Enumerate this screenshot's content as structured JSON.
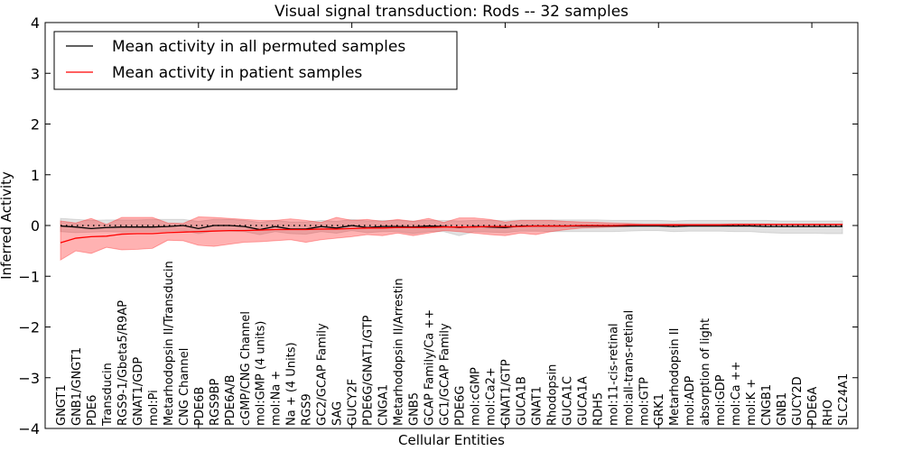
{
  "chart_data": {
    "type": "line",
    "title": "Visual signal transduction: Rods -- 32 samples",
    "xlabel": "Cellular Entities",
    "ylabel": "Inferred Activity",
    "ylim": [
      -4,
      4
    ],
    "xlim": [
      0,
      53
    ],
    "yticks": [
      -4,
      -3,
      -2,
      -1,
      0,
      1,
      2,
      3,
      4
    ],
    "ytick_labels": [
      "−4",
      "−3",
      "−2",
      "−1",
      "0",
      "1",
      "2",
      "3",
      "4"
    ],
    "xticks_minor": [
      10,
      20,
      30,
      40,
      50
    ],
    "grid": false,
    "legend_position": "top-left",
    "zero_reference_line": "dotted",
    "categories": [
      "GNGT1",
      "GNB1/GNGT1",
      "PDE6",
      "Transducin",
      "RGS9-1/Gbeta5/R9AP",
      "GNAT1/GDP",
      "mol:Pi",
      "Metarhodopsin II/Transducin",
      "CNG Channel",
      "PDE6B",
      "RGS9BP",
      "PDE6A/B",
      "cGMP/CNG Channel",
      "mol:GMP (4 units)",
      "mol:Na +",
      "Na + (4 Units)",
      "RGS9",
      "GC2/GCAP Family",
      "SAG",
      "GUCY2F",
      "PDE6G/GNAT1/GTP",
      "CNGA1",
      "Metarhodopsin II/Arrestin",
      "GNB5",
      "GCAP Family/Ca ++",
      "GC1/GCAP Family",
      "PDE6G",
      "mol:cGMP",
      "mol:Ca2+",
      "GNAT1/GTP",
      "GUCA1B",
      "GNAT1",
      "Rhodopsin",
      "GUCA1C",
      "GUCA1A",
      "RDH5",
      "mol:11-cis-retinal",
      "mol:all-trans-retinal",
      "mol:GTP",
      "GRK1",
      "Metarhodopsin II",
      "mol:ADP",
      "absorption of light",
      "mol:GDP",
      "mol:Ca ++",
      "mol:K +",
      "CNGB1",
      "GNB1",
      "GUCY2D",
      "PDE6A",
      "RHO",
      "SLC24A1"
    ],
    "series": [
      {
        "name": "Mean activity in all permuted samples",
        "color": "#000000",
        "values": [
          -0.01,
          -0.03,
          -0.06,
          -0.04,
          -0.03,
          -0.03,
          -0.03,
          -0.02,
          0.0,
          -0.06,
          0.0,
          0.0,
          -0.02,
          -0.08,
          -0.02,
          -0.07,
          -0.07,
          -0.02,
          -0.05,
          0.0,
          -0.04,
          -0.02,
          -0.02,
          -0.03,
          -0.01,
          -0.02,
          -0.04,
          -0.02,
          -0.03,
          -0.04,
          -0.01,
          -0.01,
          -0.01,
          -0.01,
          -0.01,
          -0.01,
          -0.01,
          -0.01,
          -0.01,
          -0.01,
          -0.02,
          -0.01,
          -0.01,
          -0.01,
          -0.01,
          -0.01,
          -0.02,
          -0.02,
          -0.02,
          -0.02,
          -0.02,
          -0.02
        ],
        "band_lower": [
          -0.12,
          -0.14,
          -0.13,
          -0.12,
          -0.13,
          -0.12,
          -0.12,
          -0.11,
          -0.1,
          -0.16,
          -0.11,
          -0.11,
          -0.12,
          -0.18,
          -0.12,
          -0.16,
          -0.17,
          -0.12,
          -0.15,
          -0.1,
          -0.14,
          -0.12,
          -0.12,
          -0.16,
          -0.12,
          -0.12,
          -0.2,
          -0.12,
          -0.13,
          -0.14,
          -0.11,
          -0.11,
          -0.12,
          -0.12,
          -0.12,
          -0.12,
          -0.12,
          -0.11,
          -0.1,
          -0.1,
          -0.12,
          -0.11,
          -0.11,
          -0.11,
          -0.12,
          -0.12,
          -0.14,
          -0.15,
          -0.15,
          -0.15,
          -0.16,
          -0.16
        ],
        "band_upper": [
          0.14,
          0.12,
          0.1,
          0.11,
          0.11,
          0.11,
          0.12,
          0.12,
          0.12,
          0.08,
          0.12,
          0.12,
          0.1,
          0.06,
          0.1,
          0.07,
          0.07,
          0.1,
          0.08,
          0.12,
          0.09,
          0.1,
          0.1,
          0.09,
          0.1,
          0.1,
          0.09,
          0.1,
          0.1,
          0.1,
          0.11,
          0.11,
          0.11,
          0.11,
          0.11,
          0.11,
          0.1,
          0.1,
          0.1,
          0.1,
          0.09,
          0.1,
          0.1,
          0.1,
          0.1,
          0.1,
          0.1,
          0.09,
          0.09,
          0.09,
          0.09,
          0.09
        ]
      },
      {
        "name": "Mean activity in patient samples",
        "color": "#ff0000",
        "values": [
          -0.34,
          -0.25,
          -0.22,
          -0.21,
          -0.17,
          -0.16,
          -0.16,
          -0.14,
          -0.13,
          -0.12,
          -0.11,
          -0.1,
          -0.1,
          -0.09,
          -0.08,
          -0.08,
          -0.08,
          -0.07,
          -0.07,
          -0.06,
          -0.05,
          -0.05,
          -0.04,
          -0.04,
          -0.04,
          -0.03,
          -0.03,
          -0.03,
          -0.02,
          -0.02,
          -0.02,
          -0.01,
          -0.01,
          -0.01,
          0.0,
          0.0,
          0.0,
          0.01,
          0.01,
          0.01,
          0.01,
          0.01,
          0.01,
          0.01,
          0.02,
          0.02,
          0.02,
          0.02,
          0.02,
          0.02,
          0.02,
          0.02
        ],
        "band_lower": [
          -0.68,
          -0.5,
          -0.55,
          -0.43,
          -0.48,
          -0.47,
          -0.45,
          -0.29,
          -0.3,
          -0.39,
          -0.41,
          -0.37,
          -0.33,
          -0.32,
          -0.3,
          -0.28,
          -0.33,
          -0.28,
          -0.25,
          -0.22,
          -0.18,
          -0.2,
          -0.15,
          -0.2,
          -0.15,
          -0.1,
          -0.12,
          -0.15,
          -0.18,
          -0.2,
          -0.15,
          -0.18,
          -0.12,
          -0.08,
          -0.05,
          -0.04,
          -0.03,
          -0.02,
          0.0,
          0.0,
          0.0,
          0.0,
          0.0,
          0.01,
          0.01,
          0.01,
          0.01,
          0.01,
          0.01,
          0.01,
          0.01,
          0.01
        ],
        "band_upper": [
          0.09,
          0.05,
          0.14,
          0.02,
          0.16,
          0.16,
          0.16,
          0.05,
          0.04,
          0.17,
          0.16,
          0.14,
          0.12,
          0.1,
          0.1,
          0.13,
          0.1,
          0.06,
          0.16,
          0.1,
          0.12,
          0.08,
          0.12,
          0.08,
          0.14,
          0.06,
          0.15,
          0.15,
          0.12,
          0.07,
          0.1,
          0.1,
          0.1,
          0.08,
          0.07,
          0.06,
          0.05,
          0.04,
          0.03,
          0.03,
          0.03,
          0.03,
          0.03,
          0.03,
          0.03,
          0.03,
          0.03,
          0.03,
          0.03,
          0.03,
          0.03,
          0.03
        ]
      }
    ]
  }
}
